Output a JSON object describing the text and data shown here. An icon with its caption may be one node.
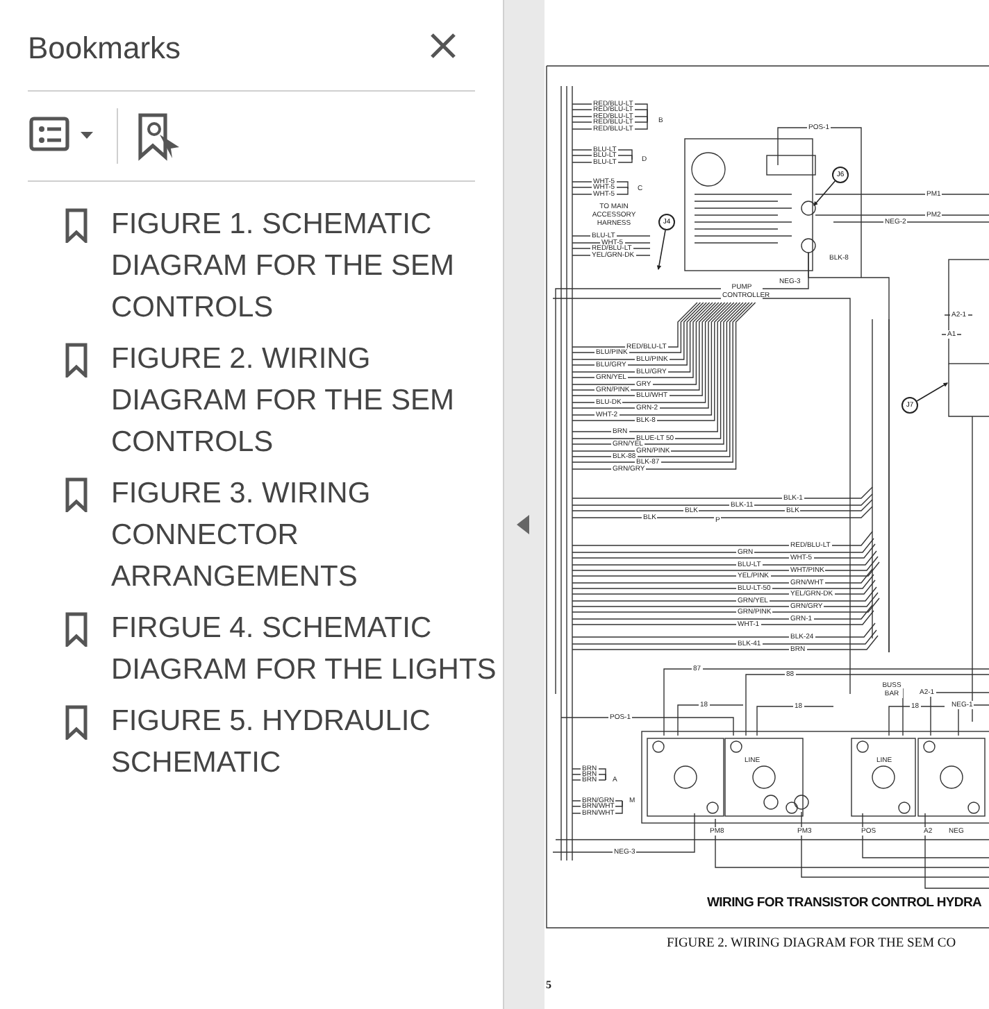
{
  "diagram": {
    "title": "WIRING FOR TRANSISTOR CONTROL HYDRA",
    "nodes": [
      {
        "text": [
          "J4"
        ]
      },
      {
        "text": [
          "J6"
        ]
      },
      {
        "text": [
          "J7"
        ]
      }
    ],
    "edges": [
      {
        "from": 0,
        "to": null,
        "arrow": "to"
      },
      {
        "from": 1,
        "to": null,
        "arrow": "to"
      },
      {
        "from": 2,
        "to": null,
        "arrow": "to"
      }
    ],
    "labels": [
      "Bookmarks",
      "FIGURE 1. SCHEMATIC DIAGRAM FOR THE SEM CONTROLS",
      "FIGURE 2. WIRING DIAGRAM FOR THE SEM CONTROLS",
      "FIGURE 3. WIRING CONNECTOR ARRANGEMENTS",
      "FIRGUE 4. SCHEMATIC DIAGRAM FOR THE LIGHTS",
      "FIGURE 5. HYDRAULIC SCHEMATIC",
      "RED/BLU-LT",
      "RED/BLU-LT",
      "RED/BLU-LT",
      "RED/BLU-LT",
      "RED/BLU-LT",
      "B",
      "POS-1",
      "BLU-LT",
      "BLU-LT",
      "BLU-LT",
      "D",
      "WHT-5",
      "WHT-5",
      "WHT-5",
      "C",
      "PM1",
      "TO MAIN ACCESSORY HARNESS",
      "PM2",
      "NEG-2",
      "BLU-LT",
      "WHT-5",
      "RED/BLU-LT",
      "YEL/GRN-DK",
      "BLK-8",
      "NEG-3",
      "PUMP CONTROLLER",
      "A2-1",
      "A1",
      "RED/BLU-LT",
      "BLU/PINK",
      "BLU/PINK",
      "BLU/GRY",
      "BLU/GRY",
      "GRN/YEL",
      "GRY",
      "GRN/PINK",
      "BLU/WHT",
      "BLU-DK",
      "GRN-2",
      "WHT-2",
      "BLK-8",
      "BRN",
      "BLUE-LT 50",
      "GRN/YEL",
      "GRN/PINK",
      "BLK-88",
      "BLK-87",
      "GRN/GRY",
      "BLK-1",
      "BLK-11",
      "BLK",
      "BLK",
      "BLK",
      "P",
      "RED/BLU-LT",
      "GRN",
      "WHT-5",
      "BLU-LT",
      "WHT/PINK",
      "YEL/PINK",
      "GRN/WHT",
      "BLU-LT-50",
      "YEL/GRN-DK",
      "GRN/YEL",
      "GRN/GRY",
      "GRN/PINK",
      "GRN-1",
      "WHT-1",
      "BLK-24",
      "BLK-41",
      "BRN",
      "87",
      "88",
      "BUSS BAR",
      "A2-1",
      "18",
      "18",
      "18",
      "NEG-1",
      "POS-1",
      "LINE",
      "LINE",
      "BRN",
      "BRN",
      "BRN",
      "A",
      "BRN/GRN",
      "BRN/WHT",
      "BRN/WHT",
      "M",
      "PM8",
      "PM3",
      "POS",
      "A2",
      "NEG",
      "NEG-3",
      "FIGURE 2. WIRING DIAGRAM FOR THE SEM CO",
      "5"
    ]
  }
}
